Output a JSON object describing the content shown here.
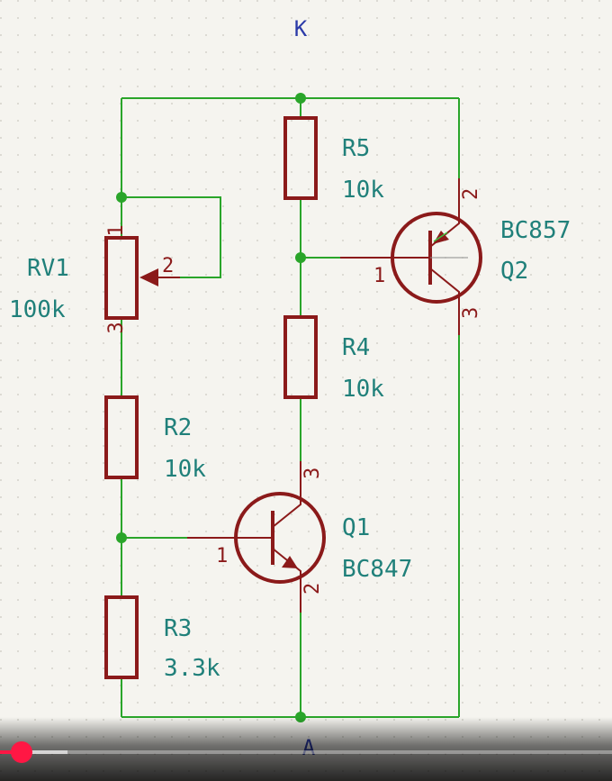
{
  "nets": {
    "top": "K",
    "bottom": "A"
  },
  "components": {
    "r5": {
      "ref": "R5",
      "value": "10k"
    },
    "r4": {
      "ref": "R4",
      "value": "10k"
    },
    "r2": {
      "ref": "R2",
      "value": "10k"
    },
    "r3": {
      "ref": "R3",
      "value": "3.3k"
    },
    "rv1": {
      "ref": "RV1",
      "value": "100k",
      "pins": [
        "1",
        "2",
        "3"
      ]
    },
    "q1": {
      "ref": "Q1",
      "value": "BC847",
      "pins": [
        "1",
        "2",
        "3"
      ]
    },
    "q2": {
      "ref": "Q2",
      "value": "BC857",
      "pins": [
        "1",
        "2",
        "3"
      ]
    }
  },
  "colors": {
    "wire": "#2aa52a",
    "component": "#8b1a1a",
    "reference": "#20807a",
    "net_label": "#2b3aa8",
    "progress": "#ff1744"
  },
  "player": {
    "progress": 0.035,
    "buffered": 0.11
  }
}
